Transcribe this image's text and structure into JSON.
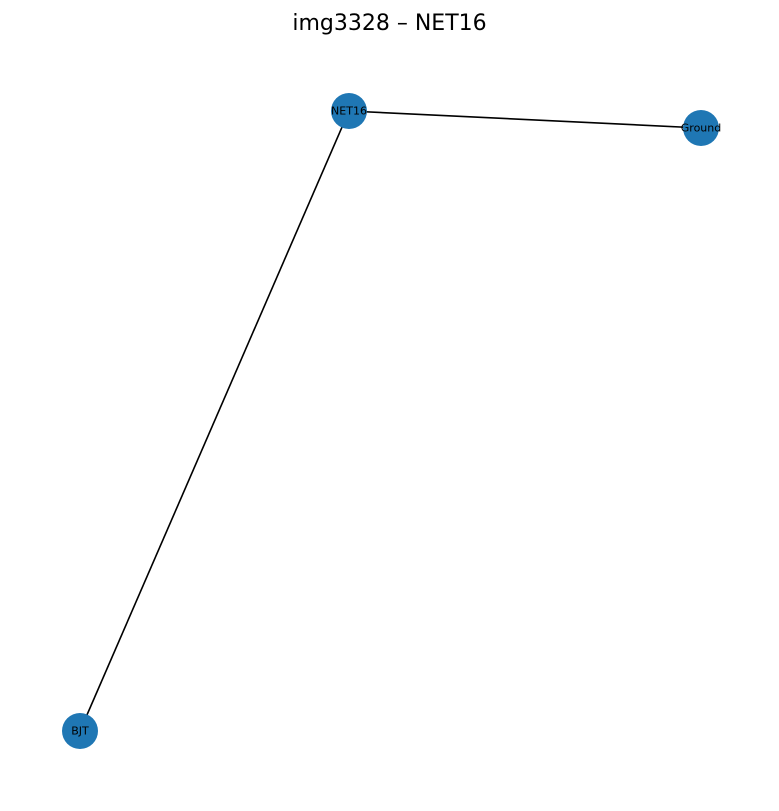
{
  "title": "img3328 – NET16",
  "colors": {
    "node_fill": "#1f77b4",
    "edge_stroke": "#000000",
    "background": "#ffffff"
  },
  "graph": {
    "nodes": [
      {
        "id": "net16",
        "label": "NET16"
      },
      {
        "id": "ground",
        "label": "Ground"
      },
      {
        "id": "bjt",
        "label": "BJT"
      }
    ],
    "edges": [
      {
        "source": "net16",
        "target": "ground"
      },
      {
        "source": "net16",
        "target": "bjt"
      }
    ]
  }
}
